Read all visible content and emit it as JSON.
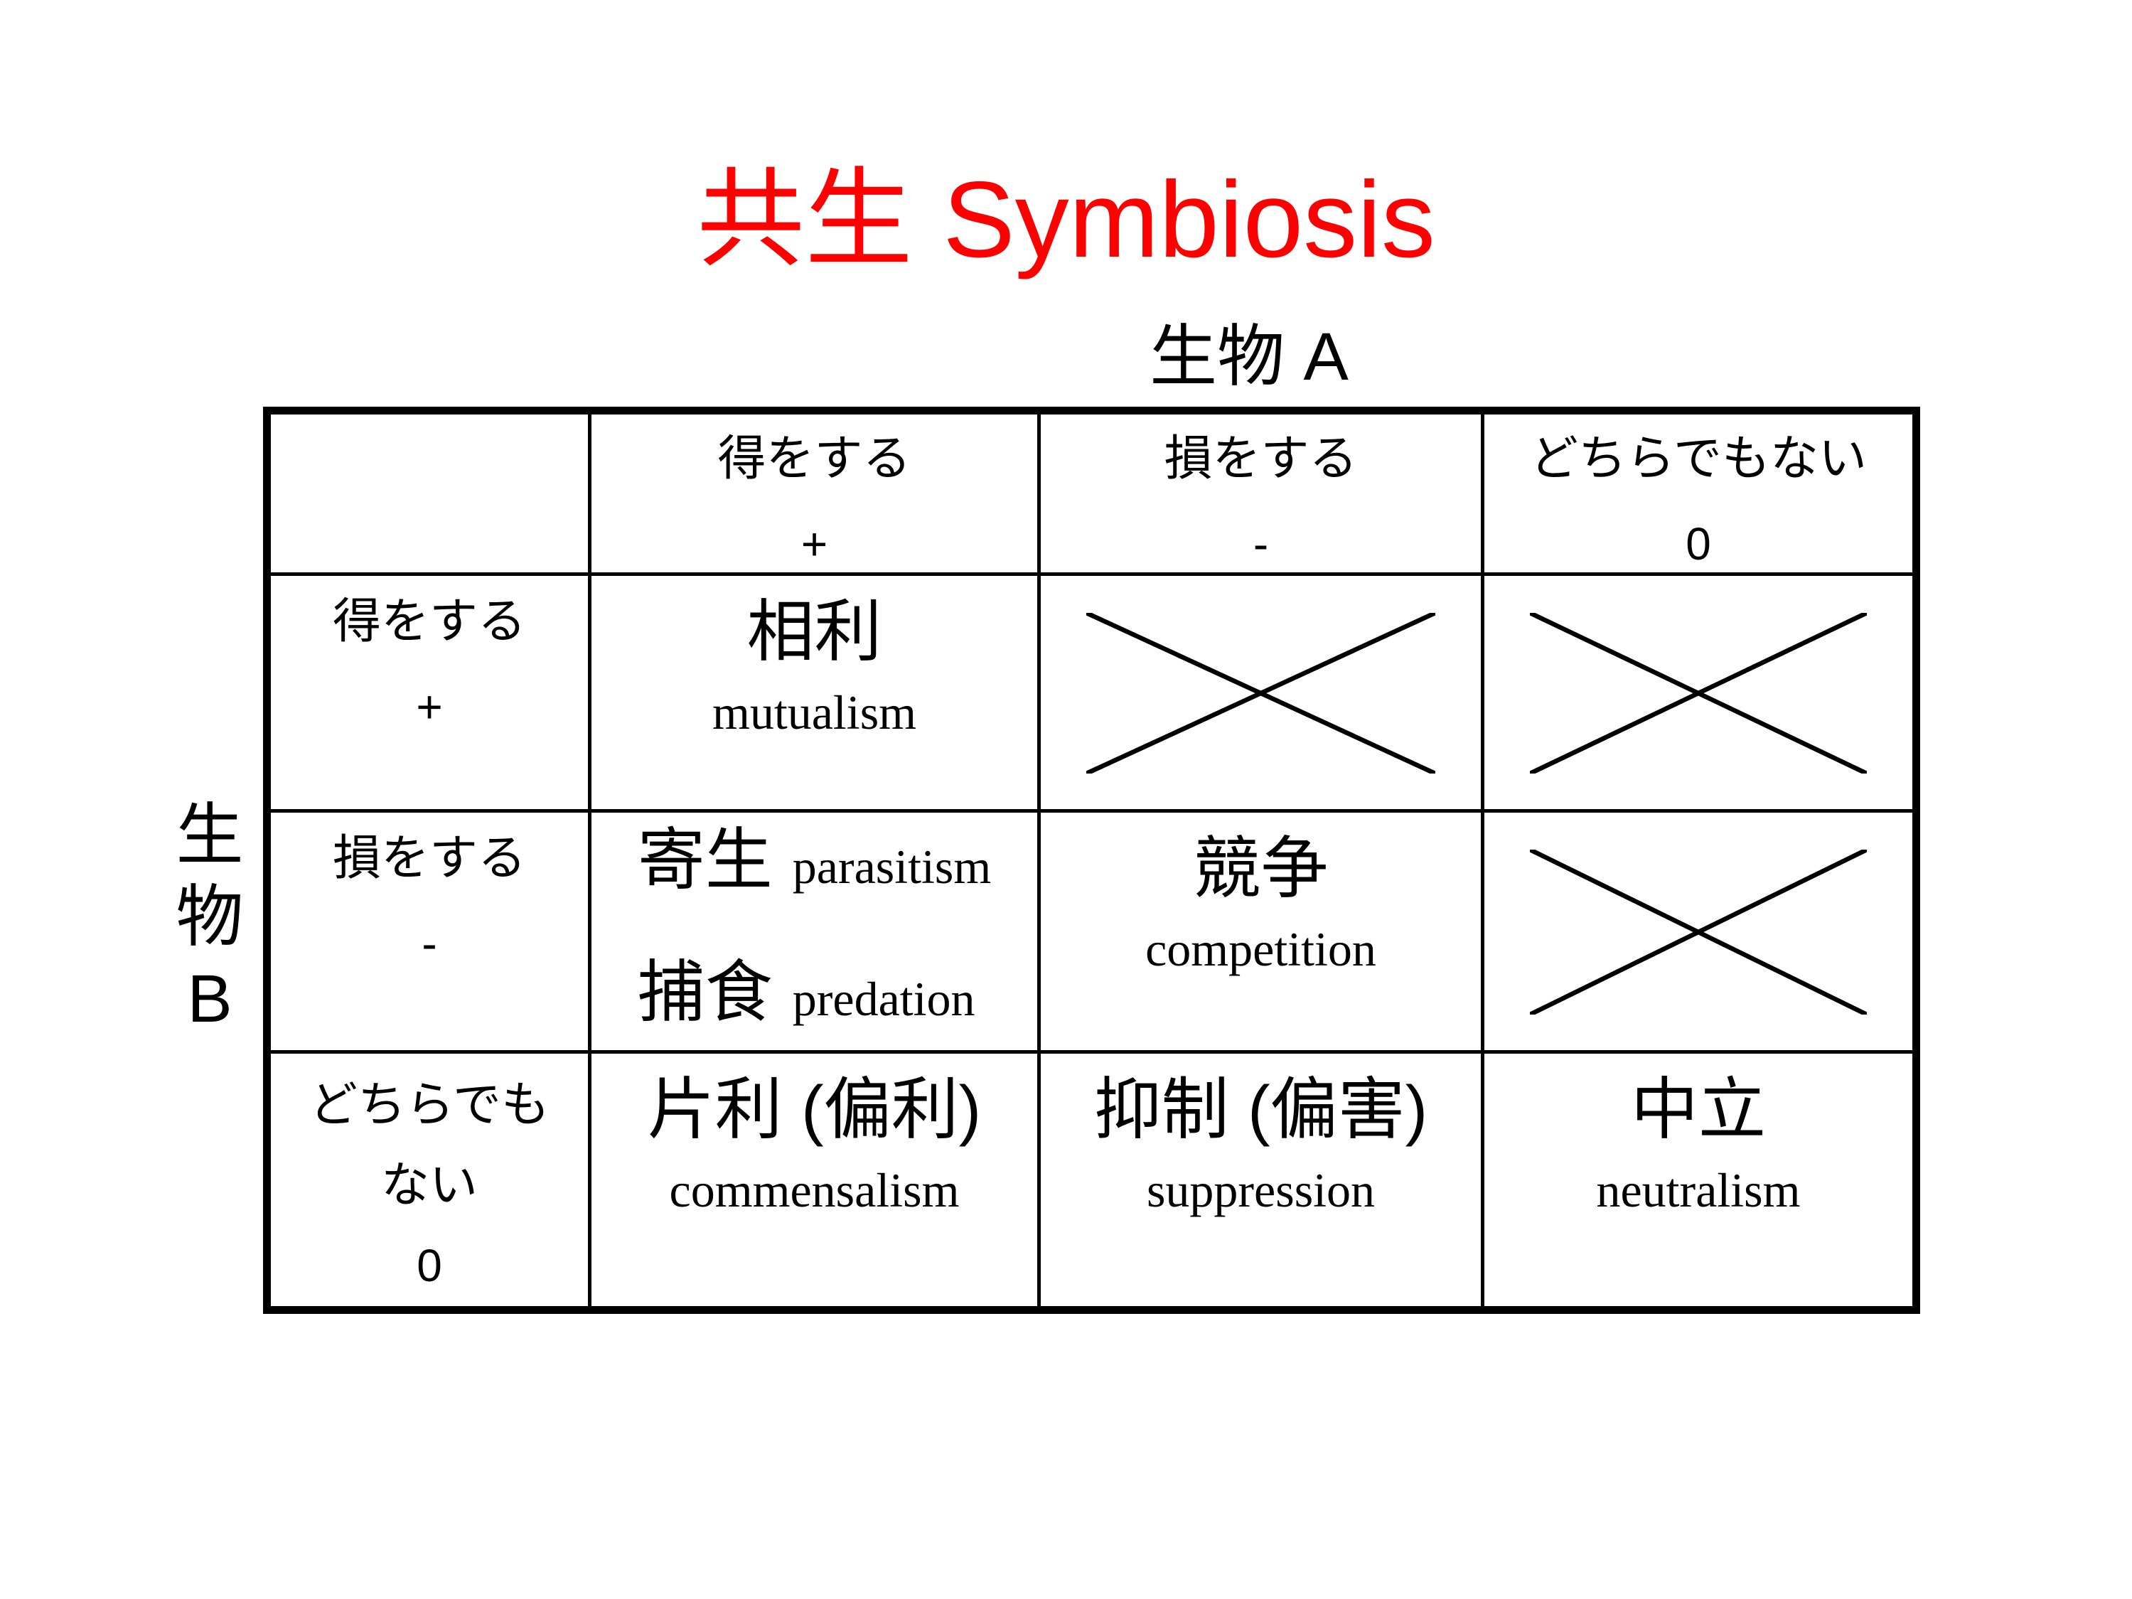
{
  "slide": {
    "title": "共生 Symbiosis",
    "title_color": "#ff0000",
    "background_color": "#ffffff",
    "text_color": "#000000",
    "organism_a_label": "生物 A",
    "organism_b": {
      "char1": "生",
      "char2": "物",
      "char3": "B"
    }
  },
  "table": {
    "col_headers": {
      "gain": {
        "label": "得をする",
        "sign": "+"
      },
      "loss": {
        "label": "損をする",
        "sign": "-"
      },
      "neither": {
        "label": "どちらでもない",
        "sign": "0"
      }
    },
    "row_headers": {
      "gain": {
        "label": "得をする",
        "sign": "+"
      },
      "loss": {
        "label": "損をする",
        "sign": "-"
      },
      "neither": {
        "line1": "どちらでも",
        "line2": "ない",
        "sign": "0"
      }
    },
    "cells": {
      "mutualism": {
        "jp": "相利",
        "en": "mutualism"
      },
      "parasitism": {
        "jp": "寄生",
        "en": "parasitism"
      },
      "predation": {
        "jp": "捕食",
        "en": "predation"
      },
      "competition": {
        "jp": "競争",
        "en": "competition"
      },
      "commensalism": {
        "jp": "片利 (偏利)",
        "en": "commensalism"
      },
      "suppression": {
        "jp": "抑制 (偏害)",
        "en": "suppression"
      },
      "neutralism": {
        "jp": "中立",
        "en": "neutralism"
      }
    },
    "crossed_cells": [
      {
        "row": "gain",
        "col": "loss"
      },
      {
        "row": "gain",
        "col": "neither"
      },
      {
        "row": "loss",
        "col": "neither"
      }
    ]
  }
}
